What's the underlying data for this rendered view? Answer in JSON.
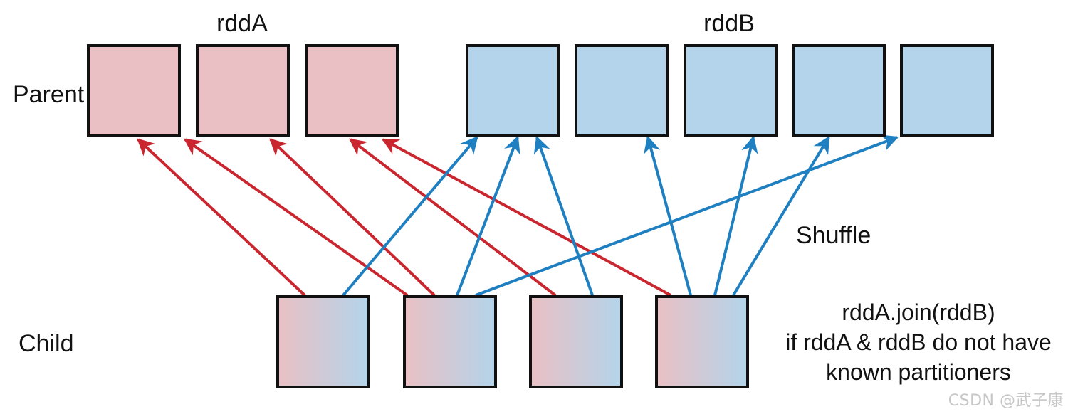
{
  "diagram": {
    "rdd_a_label": "rddA",
    "rdd_b_label": "rddB",
    "parent_label": "Parent",
    "child_label": "Child",
    "shuffle_label": "Shuffle",
    "caption": [
      "rddA.join(rddB)",
      "if rddA & rddB do not have",
      "known partitioners"
    ],
    "rdd_a_partitions": 3,
    "rdd_b_partitions": 5,
    "child_partitions": 4,
    "colors": {
      "rdd_a": "#eac0c4",
      "rdd_b": "#b3d4ea",
      "arrow_a": "#c9262f",
      "arrow_b": "#1e7fc1",
      "border": "#111111"
    }
  },
  "watermark": "CSDN @武子康"
}
